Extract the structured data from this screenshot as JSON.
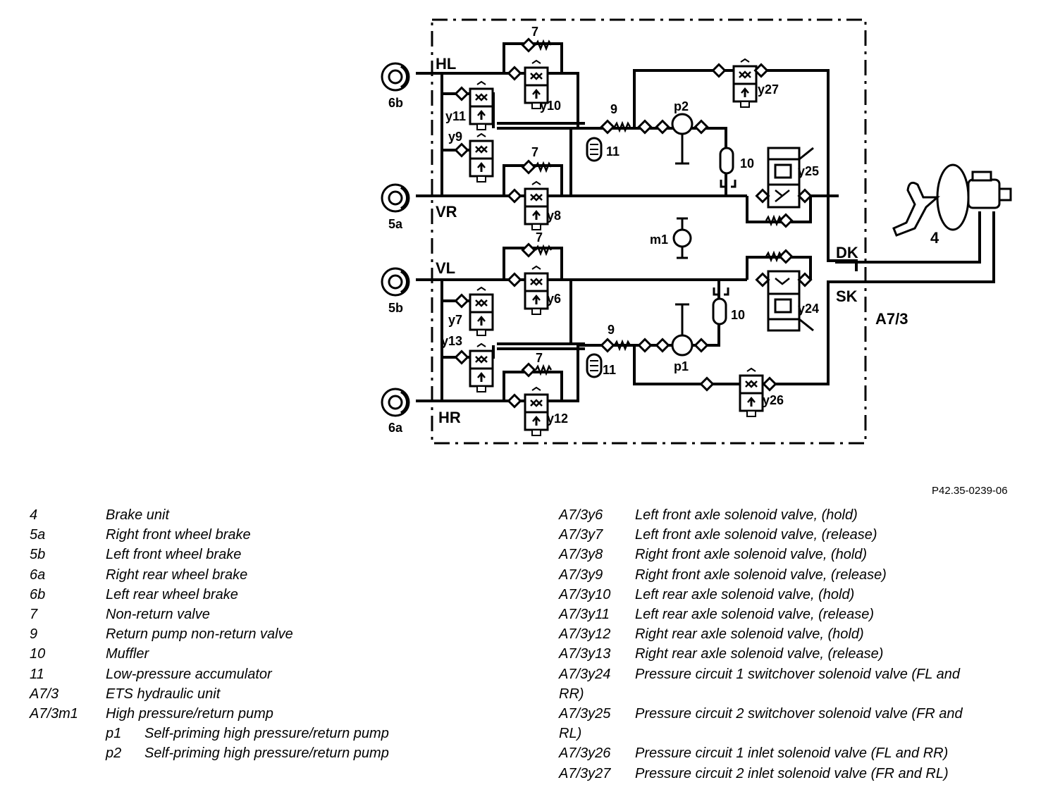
{
  "diagram": {
    "labels": {
      "hl": "HL",
      "vr": "VR",
      "vl": "VL",
      "hr": "HR",
      "dk": "DK",
      "sk": "SK",
      "a73": "A7/3",
      "b6b": "6b",
      "b5a": "5a",
      "b5b": "5b",
      "b6a": "6a",
      "n7a": "7",
      "n7b": "7",
      "n7c": "7",
      "n7d": "7",
      "n9a": "9",
      "n9b": "9",
      "n10a": "10",
      "n10b": "10",
      "n11a": "11",
      "n11b": "11",
      "n4": "4",
      "p1": "p1",
      "p2": "p2",
      "m1": "m1",
      "y6": "y6",
      "y7": "y7",
      "y8": "y8",
      "y9": "y9",
      "y10": "y10",
      "y11": "y11",
      "y12": "y12",
      "y13": "y13",
      "y24": "y24",
      "y25": "y25",
      "y26": "y26",
      "y27": "y27"
    }
  },
  "ref_code": "P42.35-0239-06",
  "legend_left": [
    {
      "code": "4",
      "desc": "Brake unit"
    },
    {
      "code": "5a",
      "desc": "Right front wheel brake"
    },
    {
      "code": "5b",
      "desc": "Left front wheel brake"
    },
    {
      "code": "6a",
      "desc": "Right rear wheel brake"
    },
    {
      "code": "6b",
      "desc": "Left rear wheel brake"
    },
    {
      "code": "7",
      "desc": "Non-return valve"
    },
    {
      "code": "9",
      "desc": "Return pump non-return valve"
    },
    {
      "code": "10",
      "desc": "Muffler"
    },
    {
      "code": "11",
      "desc": "Low-pressure accumulator"
    },
    {
      "code": "A7/3",
      "desc": "ETS hydraulic unit"
    },
    {
      "code": "A7/3m1",
      "desc": "High pressure/return pump"
    }
  ],
  "legend_left_sub": [
    {
      "code": "p1",
      "desc": "Self-priming high pressure/return pump"
    },
    {
      "code": "p2",
      "desc": "Self-priming high pressure/return pump"
    }
  ],
  "legend_right": [
    {
      "code": "A7/3y6",
      "desc": "Left front axle solenoid valve, (hold)"
    },
    {
      "code": "A7/3y7",
      "desc": "Left front axle solenoid valve, (release)"
    },
    {
      "code": "A7/3y8",
      "desc": "Right front axle solenoid valve, (hold)"
    },
    {
      "code": "A7/3y9",
      "desc": "Right front axle solenoid valve, (release)"
    },
    {
      "code": "A7/3y10",
      "desc": "Left rear axle solenoid valve, (hold)"
    },
    {
      "code": "A7/3y11",
      "desc": "Left rear axle solenoid valve, (release)"
    },
    {
      "code": "A7/3y12",
      "desc": "Right rear axle solenoid valve, (hold)"
    },
    {
      "code": "A7/3y13",
      "desc": "Right rear axle solenoid valve, (release)"
    },
    {
      "code": "A7/3y24",
      "desc": "Pressure circuit 1 switchover solenoid valve (FL and",
      "cont": "RR)"
    },
    {
      "code": "A7/3y25",
      "desc": "Pressure circuit 2 switchover solenoid valve (FR and",
      "cont": "RL)"
    },
    {
      "code": "A7/3y26",
      "desc": "Pressure circuit 1 inlet solenoid valve (FL and RR)"
    },
    {
      "code": "A7/3y27",
      "desc": "Pressure circuit 2 inlet solenoid valve (FR and RL)"
    }
  ]
}
